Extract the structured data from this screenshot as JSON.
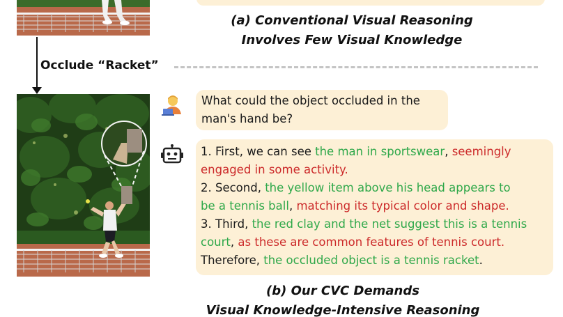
{
  "captions": {
    "a_line1": "(a) Conventional Visual Reasoning",
    "a_line2": "Involves Few Visual Knowledge",
    "b_line1": "(b) Our CVC Demands",
    "b_line2": "Visual Knowledge-Intensive Reasoning"
  },
  "occlude_label": "Occlude “Racket”",
  "question": {
    "line1": "What could the object occluded in the",
    "line2": "man's hand be?"
  },
  "answer": {
    "l1": {
      "p1": "1. First, we can see ",
      "p2": "the man in sportswear",
      "p3": ", ",
      "p4": "seemingly"
    },
    "l2": {
      "p1": "engaged in some activity."
    },
    "l3": {
      "p1": "2. Second, ",
      "p2": "the yellow item above his head appears to"
    },
    "l4": {
      "p1": "be a tennis ball",
      "p2": ", ",
      "p3": "matching its typical color and shape."
    },
    "l5": {
      "p1": "3. Third, ",
      "p2": "the red clay and the net suggest this is a tennis"
    },
    "l6": {
      "p1": "court",
      "p2": ", ",
      "p3": "as these are common features of tennis court."
    },
    "l7": {
      "p1": "Therefore, ",
      "p2": "the occluded object is a tennis racket",
      "p3": "."
    }
  },
  "colors": {
    "evidence_green": "#2fa84a",
    "inference_red": "#cc2a2a",
    "bubble_bg": "#fdf0d6"
  },
  "icons": {
    "user": "user-avatar-icon",
    "bot": "robot-icon"
  }
}
